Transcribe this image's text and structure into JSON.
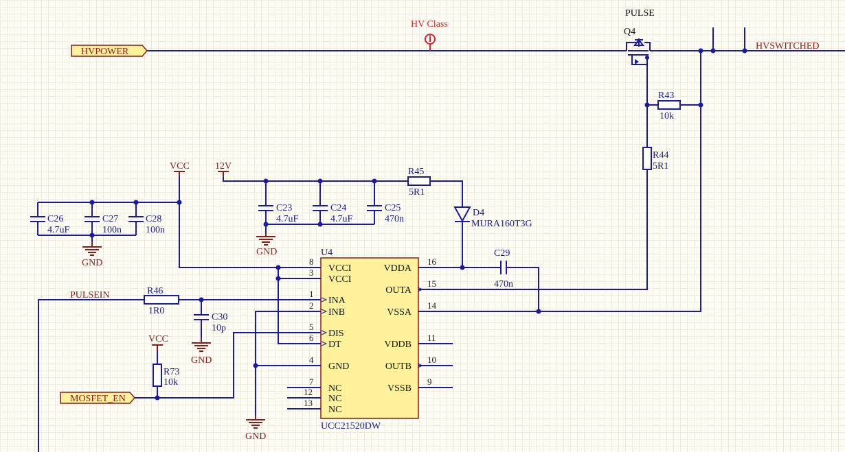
{
  "ports": {
    "hvpower": "HVPOWER",
    "mosfet_en": "MOSFET_EN"
  },
  "nets": {
    "hvswitched": "HVSWITCHED",
    "pulsein": "PULSEIN",
    "pulse": "PULSE",
    "hv_class": "HV Class"
  },
  "power": {
    "vcc_top": "VCC",
    "twelve_v": "12V",
    "vcc_bottom": "VCC",
    "gnd_left": "GND",
    "gnd_mid": "GND",
    "gnd_c30": "GND",
    "gnd_bottom": "GND"
  },
  "components": {
    "q4": {
      "ref": "Q4"
    },
    "r43": {
      "ref": "R43",
      "value": "10k"
    },
    "r44": {
      "ref": "R44",
      "value": "5R1"
    },
    "r45": {
      "ref": "R45",
      "value": "5R1"
    },
    "r46": {
      "ref": "R46",
      "value": "1R0"
    },
    "r73": {
      "ref": "R73",
      "value": "10k"
    },
    "c23": {
      "ref": "C23",
      "value": "4.7uF"
    },
    "c24": {
      "ref": "C24",
      "value": "4.7uF"
    },
    "c25": {
      "ref": "C25",
      "value": "470n"
    },
    "c26": {
      "ref": "C26",
      "value": "4.7uF"
    },
    "c27": {
      "ref": "C27",
      "value": "100n"
    },
    "c28": {
      "ref": "C28",
      "value": "100n"
    },
    "c29": {
      "ref": "C29",
      "value": "470n"
    },
    "c30": {
      "ref": "C30",
      "value": "10p"
    },
    "d4": {
      "ref": "D4",
      "value": "MURA160T3G"
    }
  },
  "ic": {
    "ref": "U4",
    "part": "UCC21520DW",
    "left_pins": [
      {
        "num": "8",
        "name": "VCCI"
      },
      {
        "num": "3",
        "name": "VCCI"
      },
      {
        "num": "1",
        "name": "INA"
      },
      {
        "num": "2",
        "name": "INB"
      },
      {
        "num": "5",
        "name": "DIS"
      },
      {
        "num": "6",
        "name": "DT"
      },
      {
        "num": "4",
        "name": "GND"
      },
      {
        "num": "7",
        "name": "NC"
      },
      {
        "num": "12",
        "name": "NC"
      },
      {
        "num": "13",
        "name": "NC"
      }
    ],
    "right_pins": [
      {
        "num": "16",
        "name": "VDDA"
      },
      {
        "num": "15",
        "name": "OUTA"
      },
      {
        "num": "14",
        "name": "VSSA"
      },
      {
        "num": "11",
        "name": "VDDB"
      },
      {
        "num": "10",
        "name": "OUTB"
      },
      {
        "num": "9",
        "name": "VSSB"
      }
    ]
  },
  "colors": {
    "wire": "#1a1aa0",
    "power_symbol": "#8b1a1a",
    "port_fill": "#fff29a",
    "ic_fill": "#fff29a",
    "probe": "#e0202a",
    "grid": "#ecebdd",
    "background": "#fdfdf6"
  }
}
